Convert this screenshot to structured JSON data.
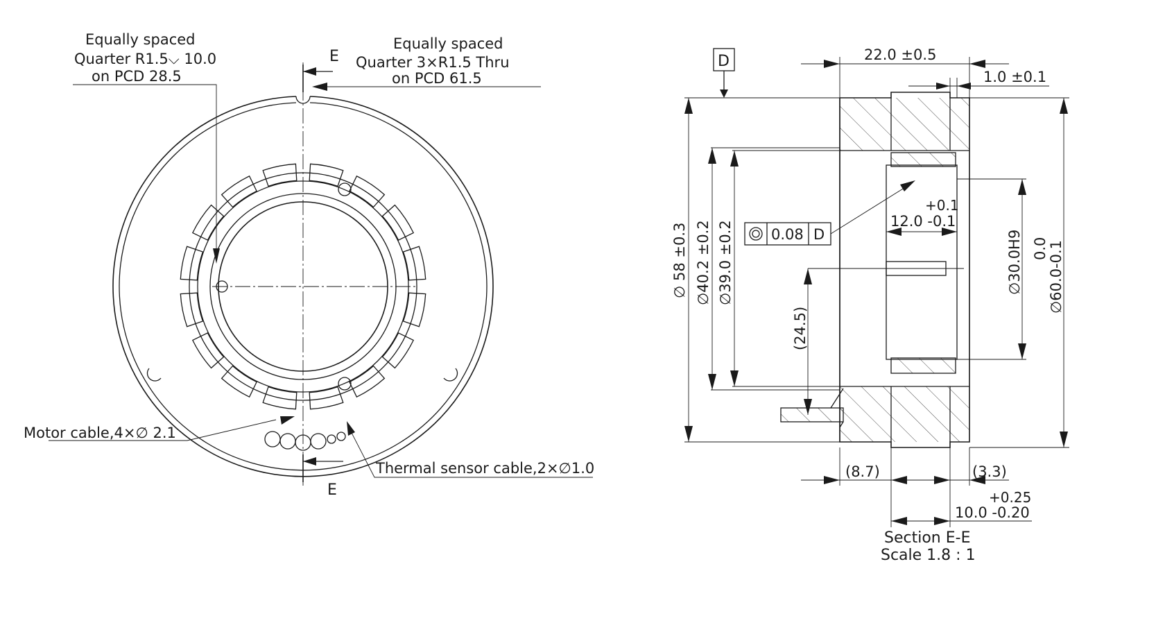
{
  "front_view": {
    "section_mark_top": "E",
    "section_mark_bottom": "E",
    "note_left_line1": "Equally spaced",
    "note_left_line2": "Quarter R1.5⌵ 10.0",
    "note_left_line3": "on PCD 28.5",
    "note_right_line1": "Equally spaced",
    "note_right_line2": "Quarter 3×R1.5 Thru",
    "note_right_line3": "on PCD 61.5",
    "motor_cable": "Motor cable,4×∅ 2.1",
    "thermal_cable": "Thermal sensor cable,2×∅1.0"
  },
  "section_view": {
    "datum": "D",
    "dim_length": "22.0 ±0.5",
    "dim_flange": "1.0 ±0.1",
    "dim_d58": "∅ 58 ±0.3",
    "dim_d402": "∅40.2 ±0.2",
    "dim_d390": "∅39.0 ±0.2",
    "dim_d30": "∅30.0H9",
    "dim_d60_upper": "0.0",
    "dim_d60": "∅60.0-0.1",
    "dim_245": "(24.5)",
    "tol_value": "0.08",
    "tol_datum": "D",
    "dim_12_upper": "+0.1",
    "dim_12": "12.0 -0.1",
    "dim_87": "(8.7)",
    "dim_33": "(3.3)",
    "dim_10_upper": "+0.25",
    "dim_10": "10.0 -0.20",
    "caption_line1": "Section E-E",
    "caption_line2": "Scale 1.8 : 1"
  },
  "colors": {
    "ink": "#1a1a1a",
    "paper": "#ffffff"
  }
}
